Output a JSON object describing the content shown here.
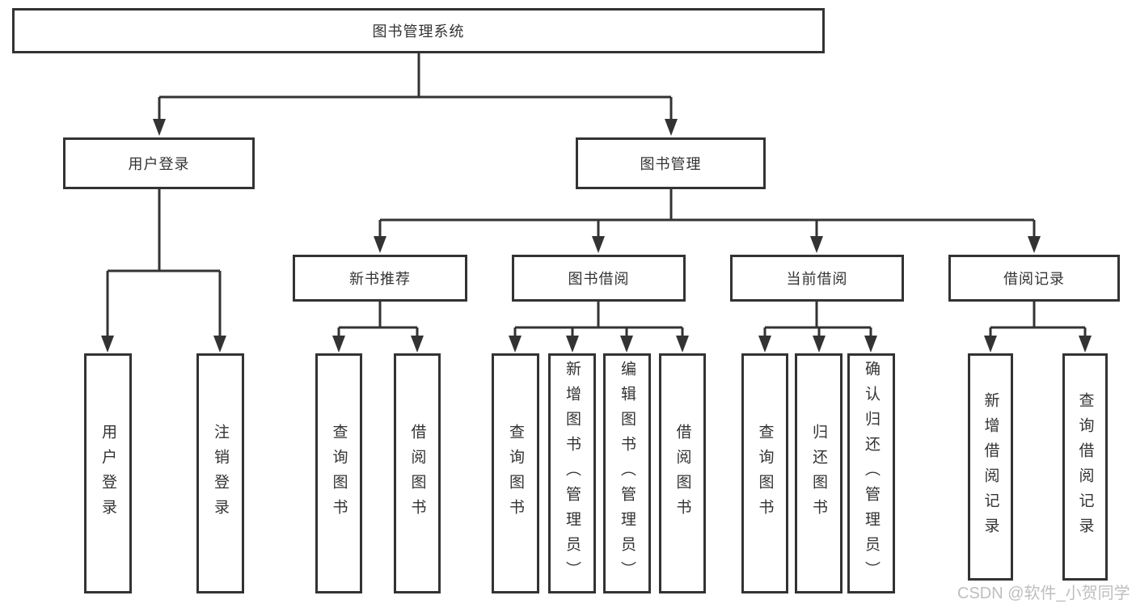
{
  "diagram": {
    "root": "图书管理系统",
    "branches": [
      {
        "label": "用户登录",
        "leaves": [
          "用户登录",
          "注销登录"
        ]
      },
      {
        "label": "图书管理",
        "children": [
          {
            "label": "新书推荐",
            "leaves": [
              "查询图书",
              "借阅图书"
            ]
          },
          {
            "label": "图书借阅",
            "leaves": [
              "查询图书",
              "新增图书（管理员）",
              "编辑图书（管理员）",
              "借阅图书"
            ]
          },
          {
            "label": "当前借阅",
            "leaves": [
              "查询图书",
              "归还图书",
              "确认归还（管理员）"
            ]
          },
          {
            "label": "借阅记录",
            "leaves": [
              "新增借阅记录",
              "查询借阅记录"
            ]
          }
        ]
      }
    ]
  },
  "watermark": "CSDN @软件_小贺同学",
  "colors": {
    "line": "#333333",
    "text": "#333333",
    "watermark": "#b9b9b9",
    "background": "#ffffff"
  }
}
